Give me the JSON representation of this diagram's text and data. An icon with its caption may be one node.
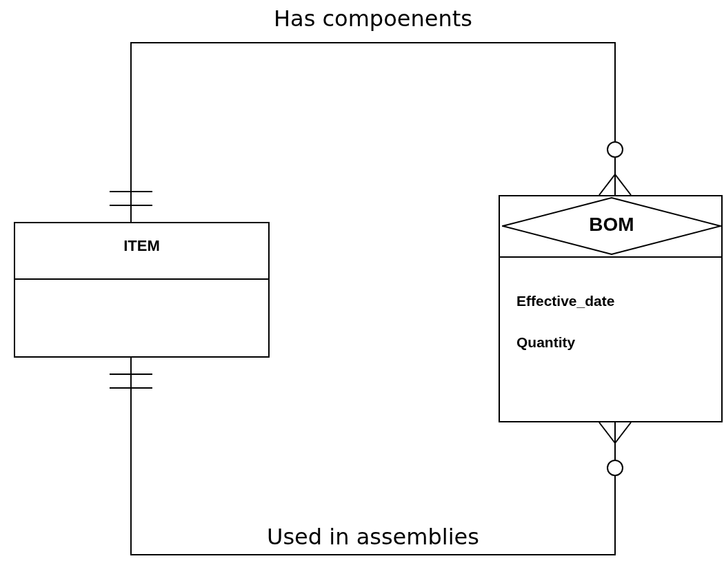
{
  "diagram": {
    "nodes": [
      {
        "text": [
          "ITEM"
        ]
      },
      {
        "text": [
          "Effective_date",
          "Quantity"
        ]
      },
      {
        "text": [
          "BOM"
        ],
        "in": 1
      }
    ],
    "edges": [
      {
        "from": 0,
        "to": 1,
        "arrow": "other",
        "label": "Has compoenents"
      },
      {
        "from": 0,
        "to": 1,
        "arrow": "other",
        "label": "Used in assemblies"
      }
    ]
  }
}
